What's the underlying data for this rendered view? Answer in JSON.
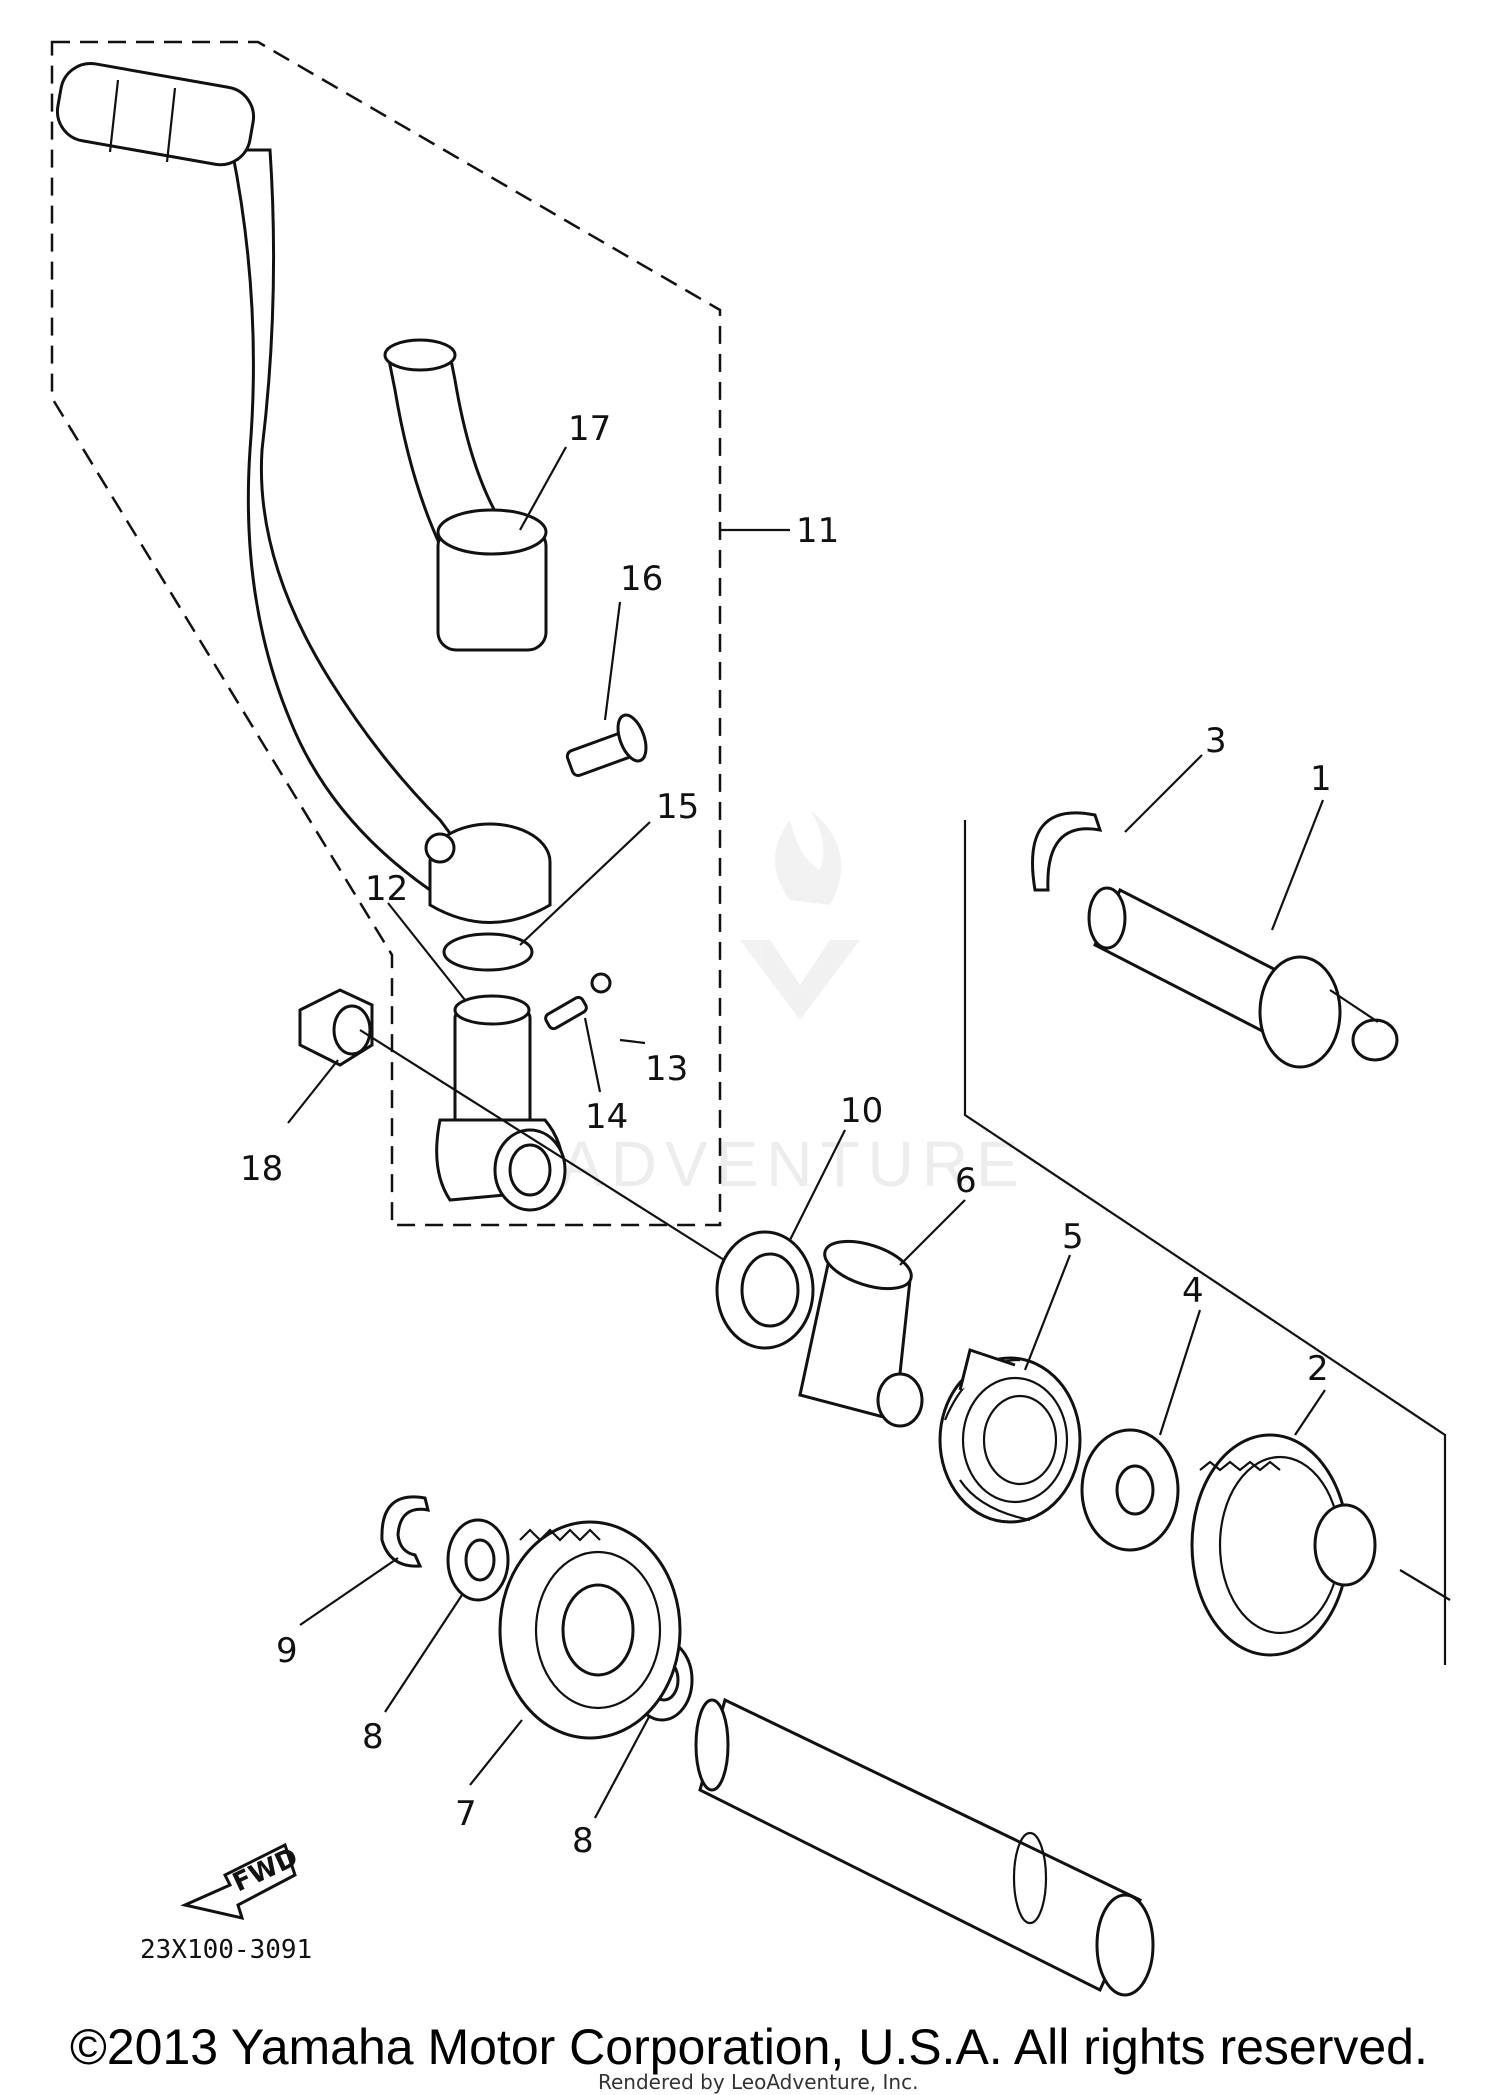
{
  "callouts": {
    "p1": "1",
    "p2": "2",
    "p3": "3",
    "p4": "4",
    "p5": "5",
    "p6": "6",
    "p7": "7",
    "p8a": "8",
    "p8b": "8",
    "p9": "9",
    "p10": "10",
    "p11": "11",
    "p12": "12",
    "p13": "13",
    "p14": "14",
    "p15": "15",
    "p16": "16",
    "p17": "17",
    "p18": "18"
  },
  "fwd_label": "FWD",
  "diagram_code": "23X100-3091",
  "watermark": "ADVENTURE",
  "copyright": "©2013 Yamaha Motor Corporation, U.S.A. All rights reserved.",
  "rendered_by": "Rendered by LeoAdventure, Inc."
}
